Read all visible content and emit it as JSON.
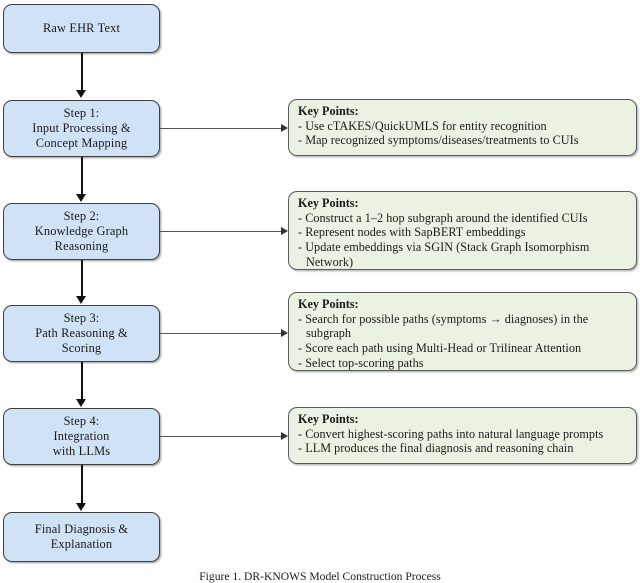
{
  "figure": {
    "caption": "Figure 1. DR-KNOWS Model Construction Process",
    "colors": {
      "step_fill": "#cfe2f6",
      "keypoint_fill": "#eaf3e3",
      "border": "#4a4a4a",
      "arrow": "#111111",
      "background": "#ffffff"
    }
  },
  "nodes": [
    {
      "id": "raw-ehr-text",
      "label": "Raw EHR Text"
    },
    {
      "id": "step-1",
      "label": "Step 1:\nInput Processing &\nConcept Mapping"
    },
    {
      "id": "step-2",
      "label": "Step 2:\nKnowledge Graph\nReasoning"
    },
    {
      "id": "step-3",
      "label": "Step 3:\nPath Reasoning &\nScoring"
    },
    {
      "id": "step-4",
      "label": "Step 4:\nIntegration\nwith LLMs"
    },
    {
      "id": "final-diagnosis",
      "label": "Final Diagnosis &\nExplanation"
    }
  ],
  "keypoints": [
    {
      "id": "keypoints-step-1",
      "title": "Key Points:",
      "items": [
        "- Use cTAKES/QuickUMLS for entity recognition",
        "- Map recognized symptoms/diseases/treatments to CUIs"
      ]
    },
    {
      "id": "keypoints-step-2",
      "title": "Key Points:",
      "items": [
        "- Construct a 1–2 hop subgraph around the identified CUIs",
        "- Represent nodes with SapBERT embeddings",
        "- Update embeddings via SGIN (Stack Graph Isomorphism Network)"
      ]
    },
    {
      "id": "keypoints-step-3",
      "title": "Key Points:",
      "items": [
        "- Search for possible paths (symptoms → diagnoses) in the subgraph",
        "- Score each path using Multi-Head or Trilinear Attention",
        "- Select top-scoring paths"
      ]
    },
    {
      "id": "keypoints-step-4",
      "title": "Key Points:",
      "items": [
        "- Convert highest-scoring paths into natural language prompts",
        "- LLM produces the final diagnosis and reasoning chain"
      ]
    }
  ]
}
